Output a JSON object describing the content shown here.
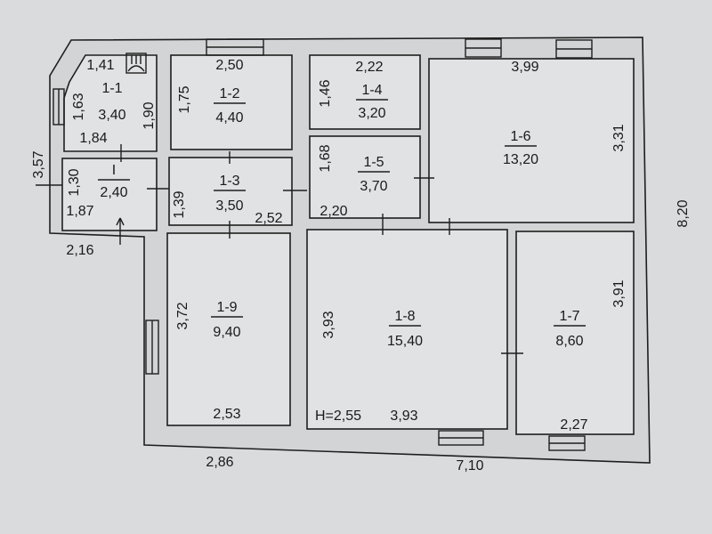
{
  "rooms": [
    {
      "id": "1-1",
      "area": "3,40"
    },
    {
      "id": "I",
      "area": "2,40"
    },
    {
      "id": "1-2",
      "area": "4,40"
    },
    {
      "id": "1-3",
      "area": "3,50"
    },
    {
      "id": "1-4",
      "area": "3,20"
    },
    {
      "id": "1-5",
      "area": "3,70"
    },
    {
      "id": "1-6",
      "area": "13,20"
    },
    {
      "id": "1-7",
      "area": "8,60"
    },
    {
      "id": "1-8",
      "area": "15,40"
    },
    {
      "id": "1-9",
      "area": "9,40"
    }
  ],
  "dimensions": [
    "1,41",
    "1,63",
    "1,90",
    "1,84",
    "3,57",
    "1,30",
    "1,87",
    "2,16",
    "2,50",
    "1,75",
    "1,39",
    "2,52",
    "2,22",
    "1,46",
    "1,68",
    "2,20",
    "3,99",
    "3,31",
    "8,20",
    "3,72",
    "2,53",
    "3,93",
    "H=2,55",
    "3,93",
    "3,91",
    "2,27",
    "2,86",
    "7,10"
  ]
}
